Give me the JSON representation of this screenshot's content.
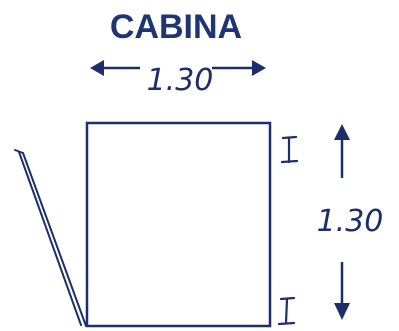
{
  "title": "CABINA",
  "width_dimension": "1.30",
  "height_dimension": "1.30",
  "colors": {
    "title": "#1f3473",
    "ink": "#1c2f6b",
    "background": "#ffffff"
  }
}
